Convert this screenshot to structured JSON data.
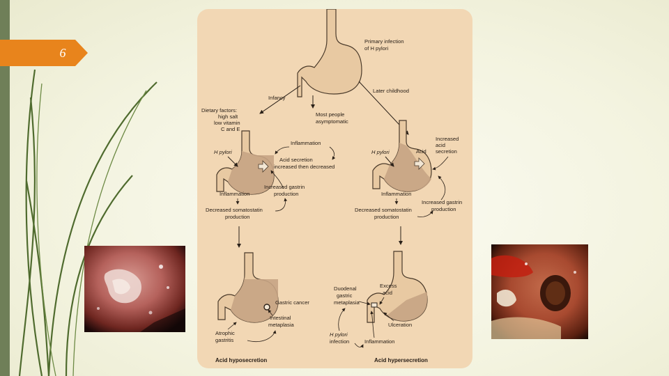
{
  "slide": {
    "number": "6"
  },
  "diagram": {
    "top": {
      "primary_infection": [
        "Primary infection",
        "of H pylori"
      ],
      "infancy": "Infancy",
      "later_childhood": "Later childhood",
      "most_people": [
        "Most people",
        "asymptomatic"
      ]
    },
    "left_branch": {
      "dietary_factors": [
        "Dietary factors:",
        "high salt",
        "low vitamin",
        "C and E"
      ],
      "h_pylori": "H pylori",
      "inflammation_top": "Inflammation",
      "acid_secretion": [
        "Acid secretion",
        "increased then decreased"
      ],
      "inflammation_bottom": "Inflammation",
      "increased_gastrin": [
        "Increased gastrin",
        "production"
      ],
      "decreased_somatostatin": [
        "Decreased somatostatin",
        "production"
      ],
      "gastric_cancer": "Gastric cancer",
      "intestinal_metaplasia": [
        "Intestinal",
        "metaplasia"
      ],
      "atrophic_gastritis": [
        "Atrophic",
        "gastritis"
      ],
      "caption": "Acid hyposecretion"
    },
    "right_branch": {
      "h_pylori": "H pylori",
      "acid": "Acid",
      "increased_acid": [
        "Increased",
        "acid",
        "secretion"
      ],
      "inflammation": "Inflammation",
      "increased_gastrin": [
        "Increased gastrin",
        "production"
      ],
      "decreased_somatostatin": [
        "Decreased somatostatin",
        "production"
      ],
      "excess_acid": [
        "Excess",
        "acid"
      ],
      "duodenal_metaplasia": [
        "Duodenal",
        "gastric",
        "metaplasia"
      ],
      "ulceration": "Ulceration",
      "h_pylori_infection": [
        "H pylori",
        "infection"
      ],
      "inflammation_bottom": "Inflammation",
      "caption": "Acid hypersecretion"
    }
  },
  "colors": {
    "card_bg": "#f2d7b4",
    "stomach_fill": "#e8c9a2",
    "stomach_shade": "#c7a484",
    "accent_orange": "#e8841c",
    "left_bar": "#6f7f58"
  },
  "images": {
    "left_photo": "endoscopy-gastric-lesion",
    "right_photo": "endoscopy-duodenal-ulcer"
  }
}
